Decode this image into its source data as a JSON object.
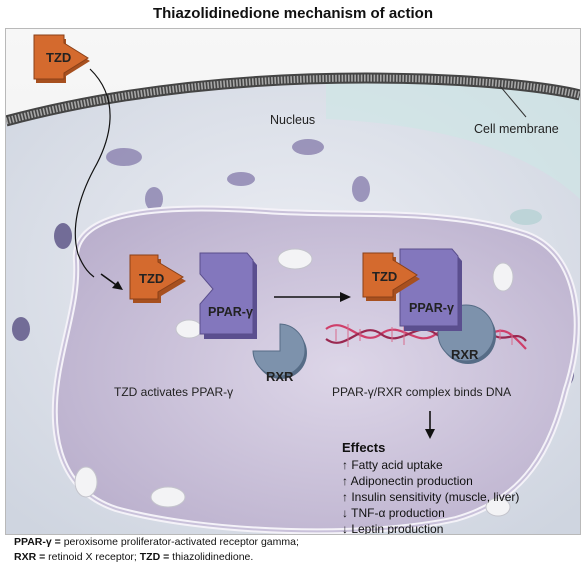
{
  "title": "Thiazolidinedione mechanism of action",
  "labels": {
    "nucleus": "Nucleus",
    "cell_membrane": "Cell membrane",
    "tzd": "TZD",
    "ppar": "PPAR-γ",
    "rxr": "RXR",
    "step1_caption": "TZD activates PPAR-γ",
    "step2_caption": "PPAR-γ/RXR complex binds DNA"
  },
  "effects": {
    "title": "Effects",
    "items": [
      "↑ Fatty acid uptake",
      "↑ Adiponectin production",
      "↑ Insulin sensitivity (muscle, liver)",
      "↓ TNF-α production",
      "↓ Leptin production"
    ]
  },
  "footer": {
    "line1_term": "PPAR-γ =",
    "line1_def": " peroxisome proliferator-activated receptor gamma;",
    "line2_term1": "RXR =",
    "line2_def1": " retinoid X receptor; ",
    "line2_term2": "TZD =",
    "line2_def2": " thiazolidinedione."
  },
  "colors": {
    "tzd": "#d46a2e",
    "ppar": "#7f72b8",
    "rxr": "#7b8fa8",
    "cytoplasm": "#dfe3ea",
    "nucleus": "#c7bfd6",
    "dna_strand_1": "#cf3f6a",
    "dna_strand_2": "#9a2850"
  }
}
